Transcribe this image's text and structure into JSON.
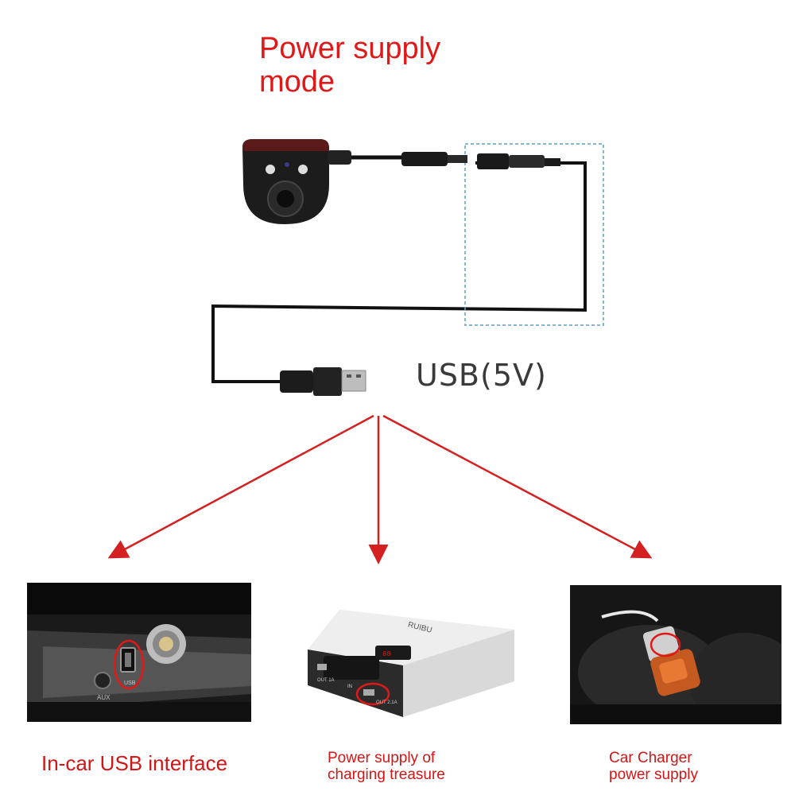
{
  "title": "Power supply mode",
  "title_line1": "Power supply",
  "title_line2": "mode",
  "usb_label": "USB(5V)",
  "options": [
    {
      "caption": "In-car USB interface",
      "caption_lines": [
        "In-car USB interface"
      ]
    },
    {
      "caption": "Power supply of charging treasure",
      "caption_lines": [
        "Power supply of",
        "charging treasure"
      ]
    },
    {
      "caption": "Car Charger power supply",
      "caption_lines": [
        "Car Charger",
        "power supply"
      ]
    }
  ],
  "photo_text": {
    "aux": "AUX",
    "usb": "USB",
    "brand": "RUIBU",
    "out1": "OUT 1A",
    "out2": "OUT 2.1A",
    "in": "IN"
  },
  "colors": {
    "accent": "#e01818",
    "arrow": "#d42020",
    "cable": "#111111",
    "highlight_box": "#5aa0c8"
  }
}
